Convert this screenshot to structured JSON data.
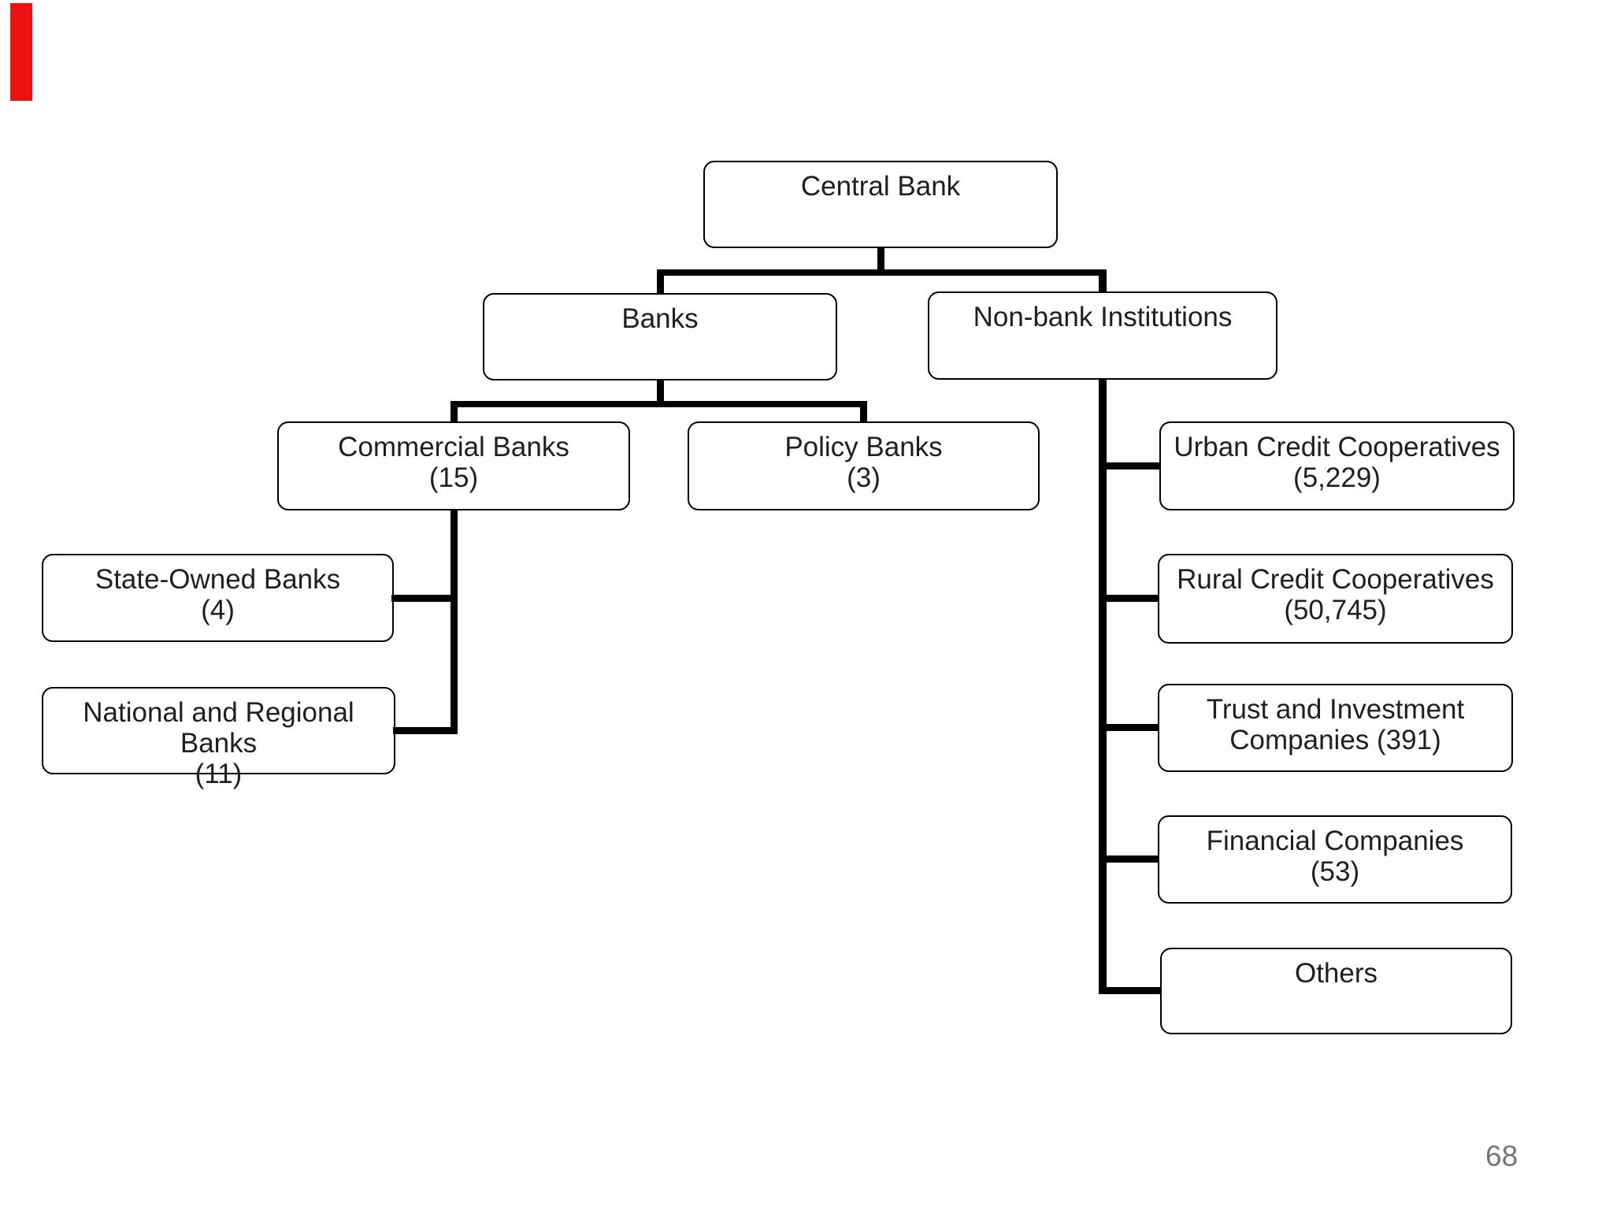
{
  "slide": {
    "accent_bar_color": "#ee1111",
    "page_number": "68"
  },
  "diagram": {
    "nodes": {
      "central_bank": {
        "line1": "Central Bank",
        "line2": ""
      },
      "banks": {
        "line1": "Banks",
        "line2": ""
      },
      "non_bank_institutions": {
        "line1": "Non-bank Institutions",
        "line2": ""
      },
      "commercial_banks": {
        "line1": "Commercial Banks",
        "line2": "(15)"
      },
      "policy_banks": {
        "line1": "Policy Banks",
        "line2": "(3)"
      },
      "urban_credit_cooperatives": {
        "line1": "Urban Credit Cooperatives",
        "line2": "(5,229)"
      },
      "state_owned_banks": {
        "line1": "State-Owned Banks",
        "line2": "(4)"
      },
      "rural_credit_cooperatives": {
        "line1": "Rural Credit Cooperatives",
        "line2": "(50,745)"
      },
      "national_and_regional_banks": {
        "line1": "National and Regional Banks",
        "line2": "(11)"
      },
      "trust_and_investment_companies": {
        "line1": "Trust and Investment",
        "line2": "Companies (391)"
      },
      "financial_companies": {
        "line1": "Financial Companies",
        "line2": "(53)"
      },
      "others": {
        "line1": "Others",
        "line2": ""
      }
    },
    "edges": [
      [
        "Central Bank",
        "Banks"
      ],
      [
        "Central Bank",
        "Non-bank Institutions"
      ],
      [
        "Banks",
        "Commercial Banks (15)"
      ],
      [
        "Banks",
        "Policy Banks (3)"
      ],
      [
        "Commercial Banks (15)",
        "State-Owned Banks (4)"
      ],
      [
        "Commercial Banks (15)",
        "National and Regional Banks (11)"
      ],
      [
        "Non-bank Institutions",
        "Urban Credit Cooperatives (5,229)"
      ],
      [
        "Non-bank Institutions",
        "Rural Credit Cooperatives (50,745)"
      ],
      [
        "Non-bank Institutions",
        "Trust and Investment Companies (391)"
      ],
      [
        "Non-bank Institutions",
        "Financial Companies (53)"
      ],
      [
        "Non-bank Institutions",
        "Others"
      ]
    ]
  }
}
